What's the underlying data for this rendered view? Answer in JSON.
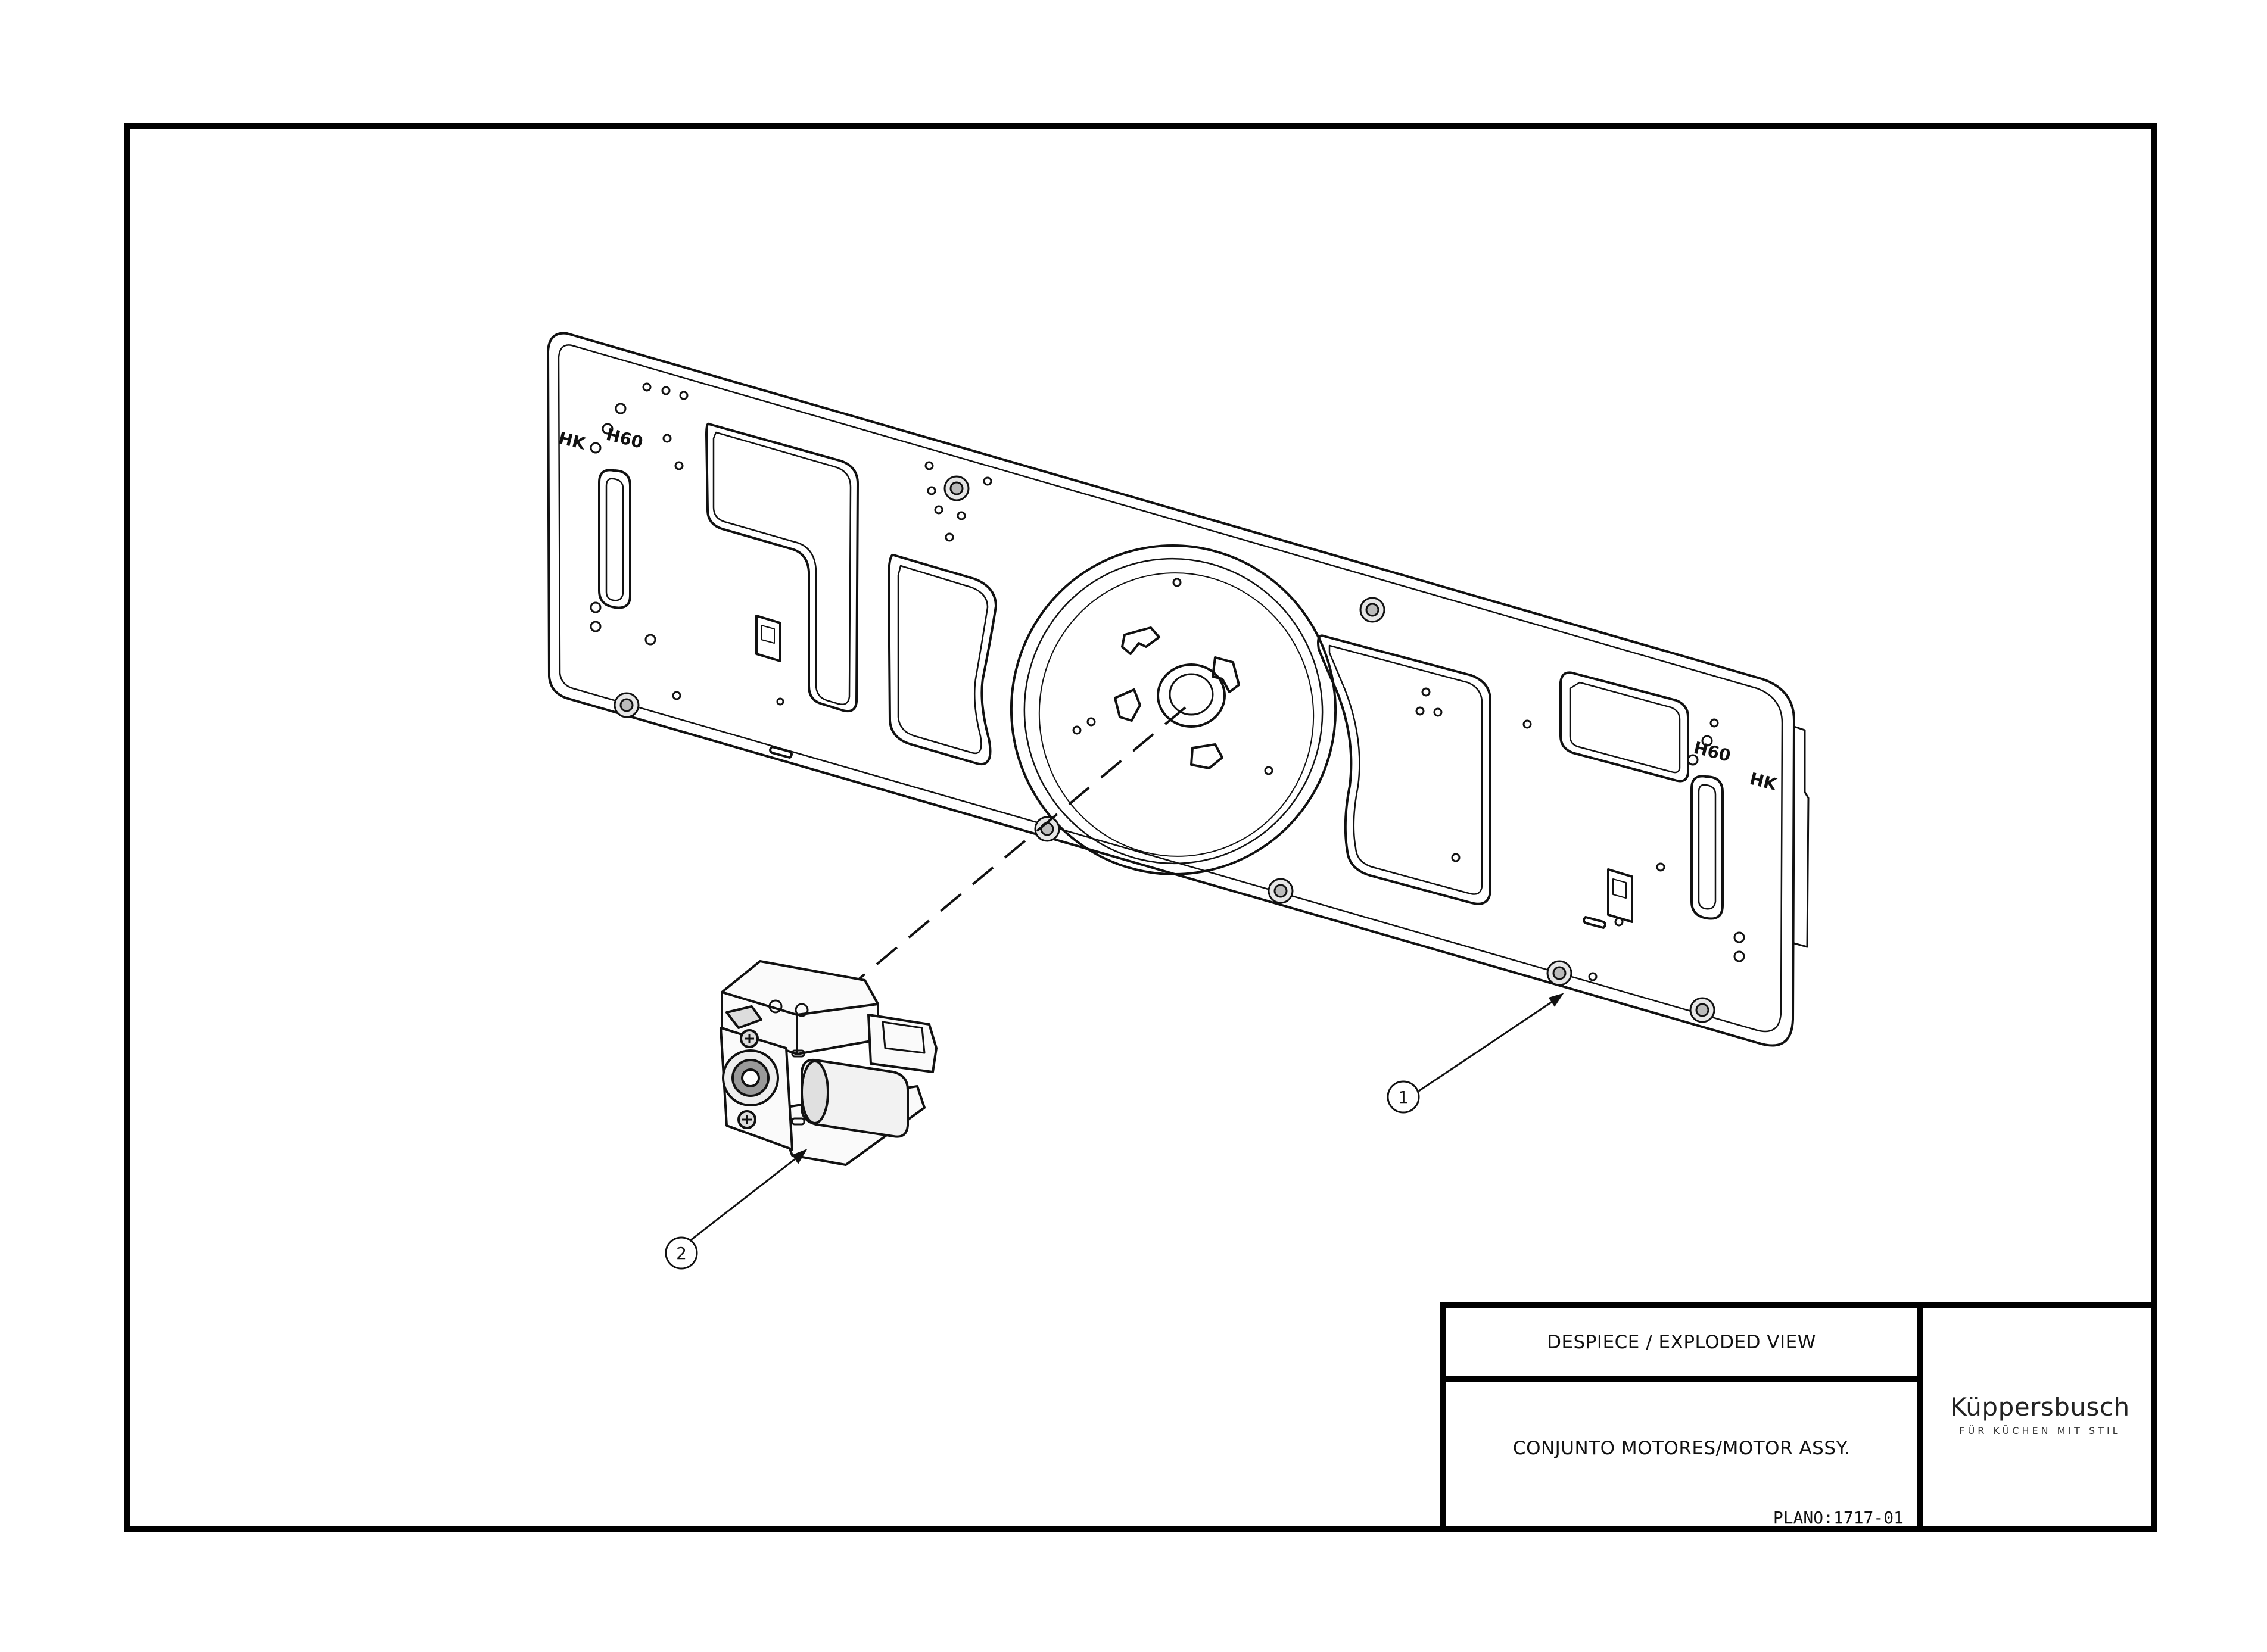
{
  "drawing": {
    "callouts": [
      {
        "number": "1"
      },
      {
        "number": "2"
      }
    ],
    "plate_markings": {
      "left_hk": "HK",
      "left_h60": "H60",
      "right_h60": "H60",
      "right_hk": "HK"
    }
  },
  "title_block": {
    "view_title": "DESPIECE / EXPLODED VIEW",
    "assembly_name": "CONJUNTO MOTORES/MOTOR ASSY.",
    "plan_number": "PLANO:1717-01",
    "brand_name": "Küppersbusch",
    "brand_tagline": "FÜR KÜCHEN MIT STIL"
  }
}
